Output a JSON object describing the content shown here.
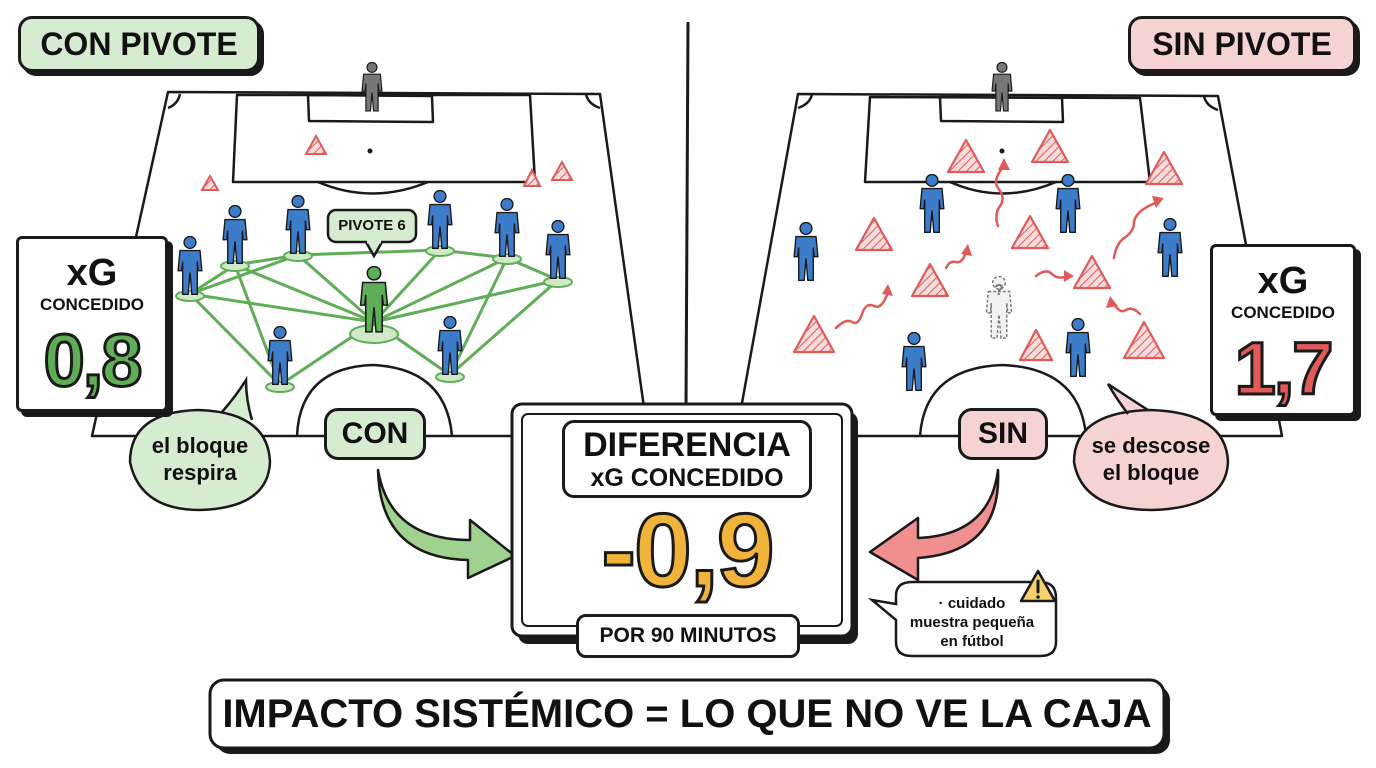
{
  "left": {
    "title": "CON PIVOTE",
    "xg_label": "xG",
    "xg_sublabel": "CONCEDIDO",
    "xg_value": "0,8",
    "pivot_label": "PIVOTE 6",
    "tag": "CON",
    "bubble": [
      "el bloque",
      "respira"
    ]
  },
  "right": {
    "title": "SIN PIVOTE",
    "xg_label": "xG",
    "xg_sublabel": "CONCEDIDO",
    "xg_value": "1,7",
    "tag": "SIN",
    "bubble": [
      "se descose",
      "el bloque"
    ],
    "unknown_mark": "?"
  },
  "center": {
    "title_line1": "DIFERENCIA",
    "title_line2": "xG CONCEDIDO",
    "value": "-0,9",
    "footer": "POR 90 MINUTOS"
  },
  "warning": {
    "lines": [
      "· cuidado",
      "muestra pequeña",
      "en fútbol"
    ],
    "icon": "warning-icon"
  },
  "banner": "IMPACTO SISTÉMICO = LO QUE NO VE LA CAJA",
  "colors": {
    "green": "#5fad56",
    "green_light": "#d5ecd0",
    "red": "#e05a5a",
    "red_light": "#f6d3d3",
    "orange": "#f0b43a",
    "player_blue": "#3d7cc9"
  }
}
